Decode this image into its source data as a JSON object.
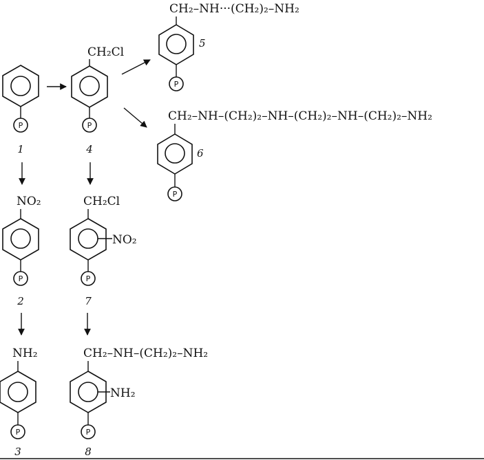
{
  "compounds": [
    {
      "id": "c1",
      "number": "1",
      "top": "",
      "ring_sub": "",
      "ring_label": "",
      "circle_text": "P"
    },
    {
      "id": "c4",
      "number": "4",
      "top": "CH₂Cl",
      "ring_sub": "",
      "ring_label": "",
      "circle_text": "P"
    },
    {
      "id": "c5",
      "number": "",
      "top": "CH₂–NH···(CH₂)₂–NH₂",
      "ring_sub": "",
      "ring_label": "5",
      "circle_text": "P"
    },
    {
      "id": "c6",
      "number": "",
      "top": "CH₂–NH–(CH₂)₂–NH–(CH₂)₂–NH–(CH₂)₂–NH₂",
      "ring_sub": "",
      "ring_label": "6",
      "circle_text": "P"
    },
    {
      "id": "c2",
      "number": "2",
      "top": "NO₂",
      "ring_sub": "",
      "ring_label": "",
      "circle_text": "P"
    },
    {
      "id": "c7",
      "number": "7",
      "top": "CH₂Cl",
      "ring_sub": "NO₂",
      "ring_label": "",
      "circle_text": "P"
    },
    {
      "id": "c3",
      "number": "3",
      "top": "NH₂",
      "ring_sub": "",
      "ring_label": "",
      "circle_text": "P"
    },
    {
      "id": "c8",
      "number": "8",
      "top": "CH₂–NH–(CH₂)₂–NH₂",
      "ring_sub": "NH₂",
      "ring_label": "",
      "circle_text": "P"
    }
  ]
}
